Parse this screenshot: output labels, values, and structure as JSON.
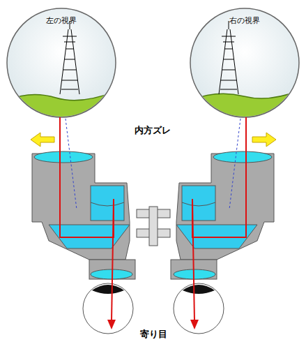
{
  "diagram": {
    "nodes": [
      {
        "text": [
          "左の視界"
        ]
      },
      {
        "text": [
          "右の視界"
        ]
      }
    ],
    "labels": [
      "内方ズレ",
      "寄り目"
    ]
  }
}
